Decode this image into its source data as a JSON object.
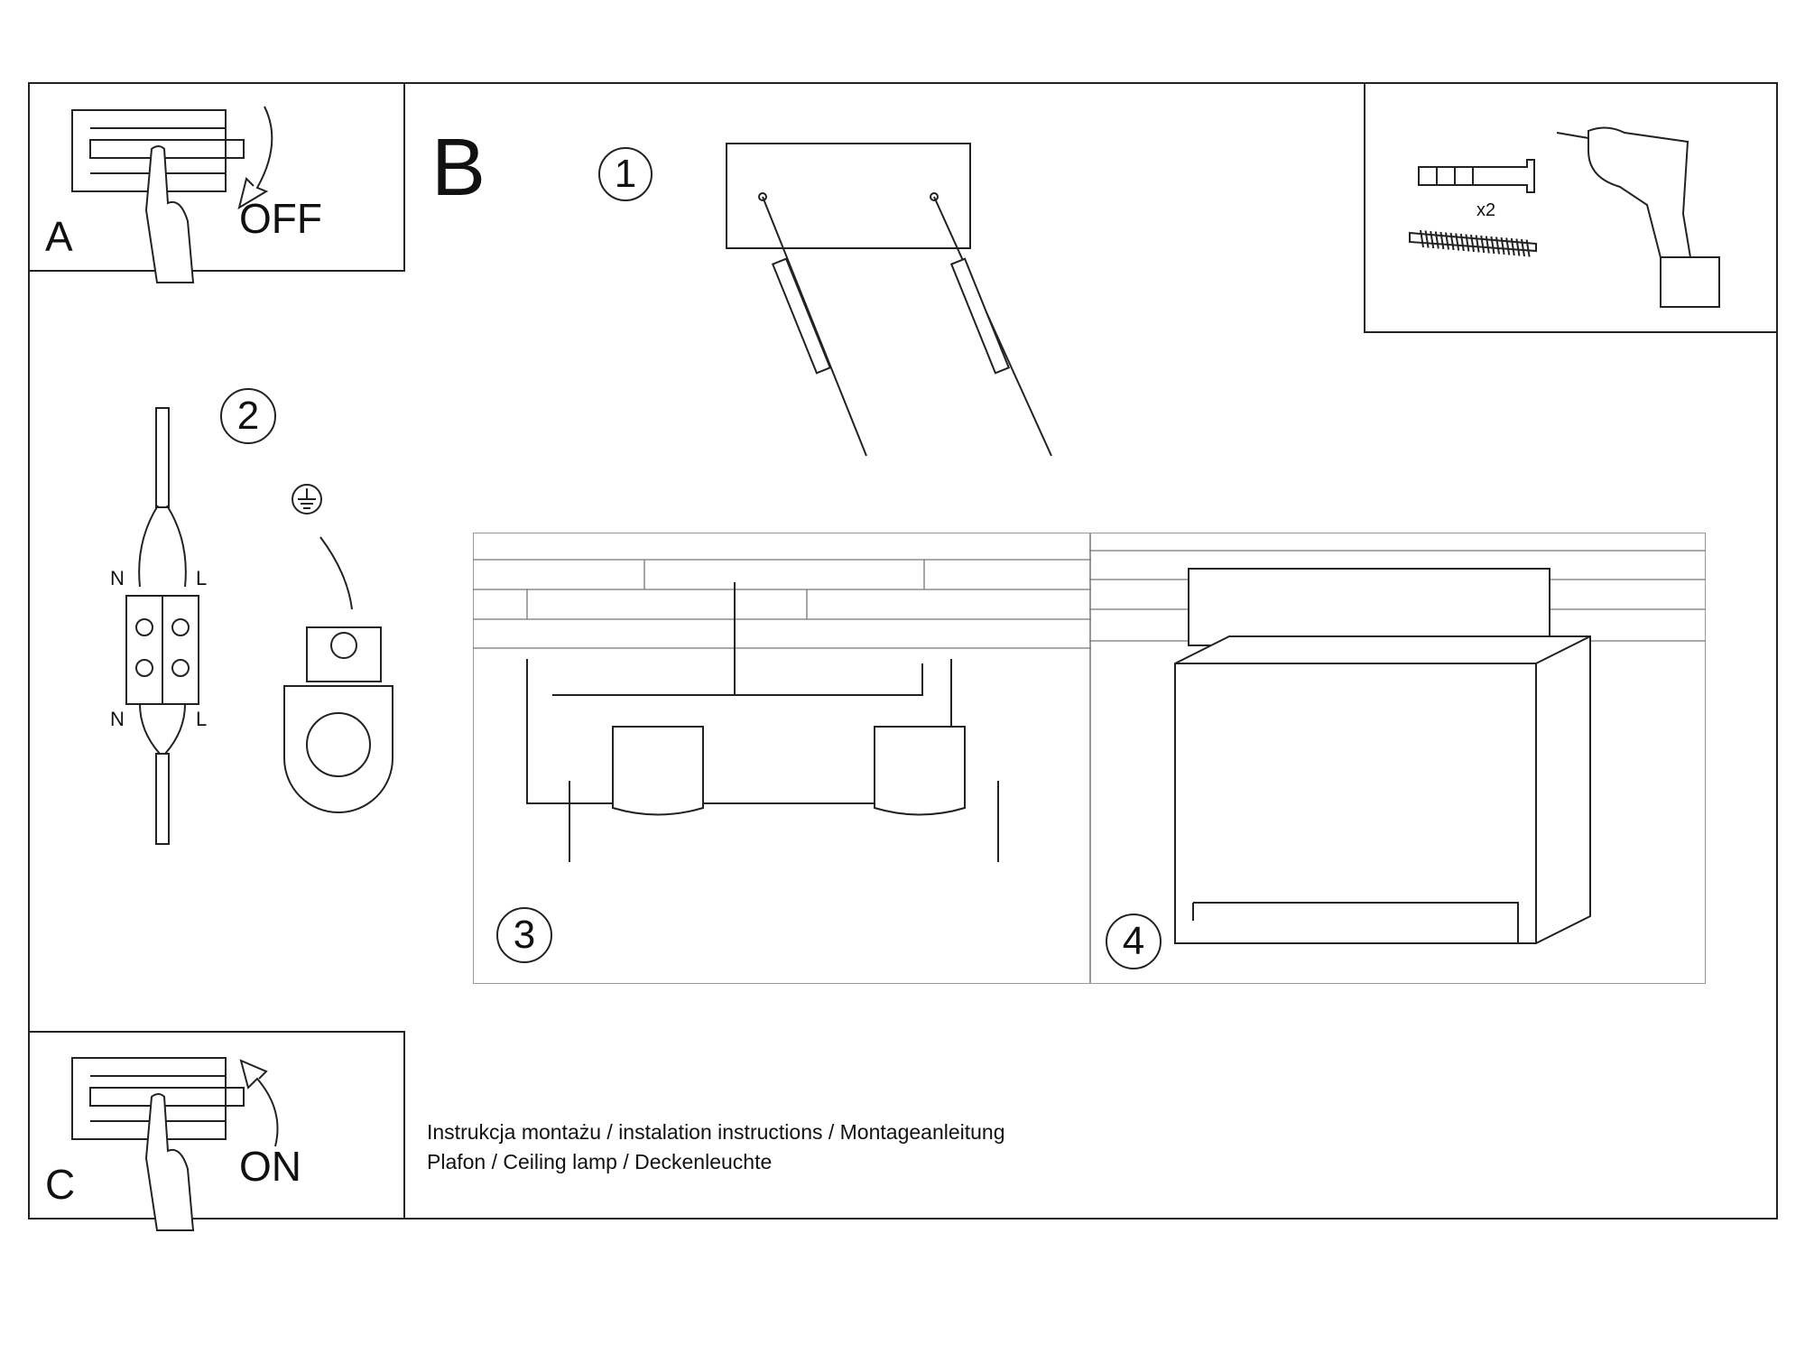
{
  "steps": {
    "a": {
      "letter": "A",
      "label": "OFF"
    },
    "b": {
      "letter": "B"
    },
    "c": {
      "letter": "C",
      "label": "ON"
    }
  },
  "substeps": [
    "1",
    "2",
    "3",
    "4"
  ],
  "tools": {
    "quantity": "x2"
  },
  "wiring": {
    "n_top": "N",
    "l_top": "L",
    "n_bottom": "N",
    "l_bottom": "L"
  },
  "footer": {
    "line1": "Instrukcja montażu / instalation instructions / Montageanleitung",
    "line2": "Plafon / Ceiling lamp / Deckenleuchte"
  }
}
